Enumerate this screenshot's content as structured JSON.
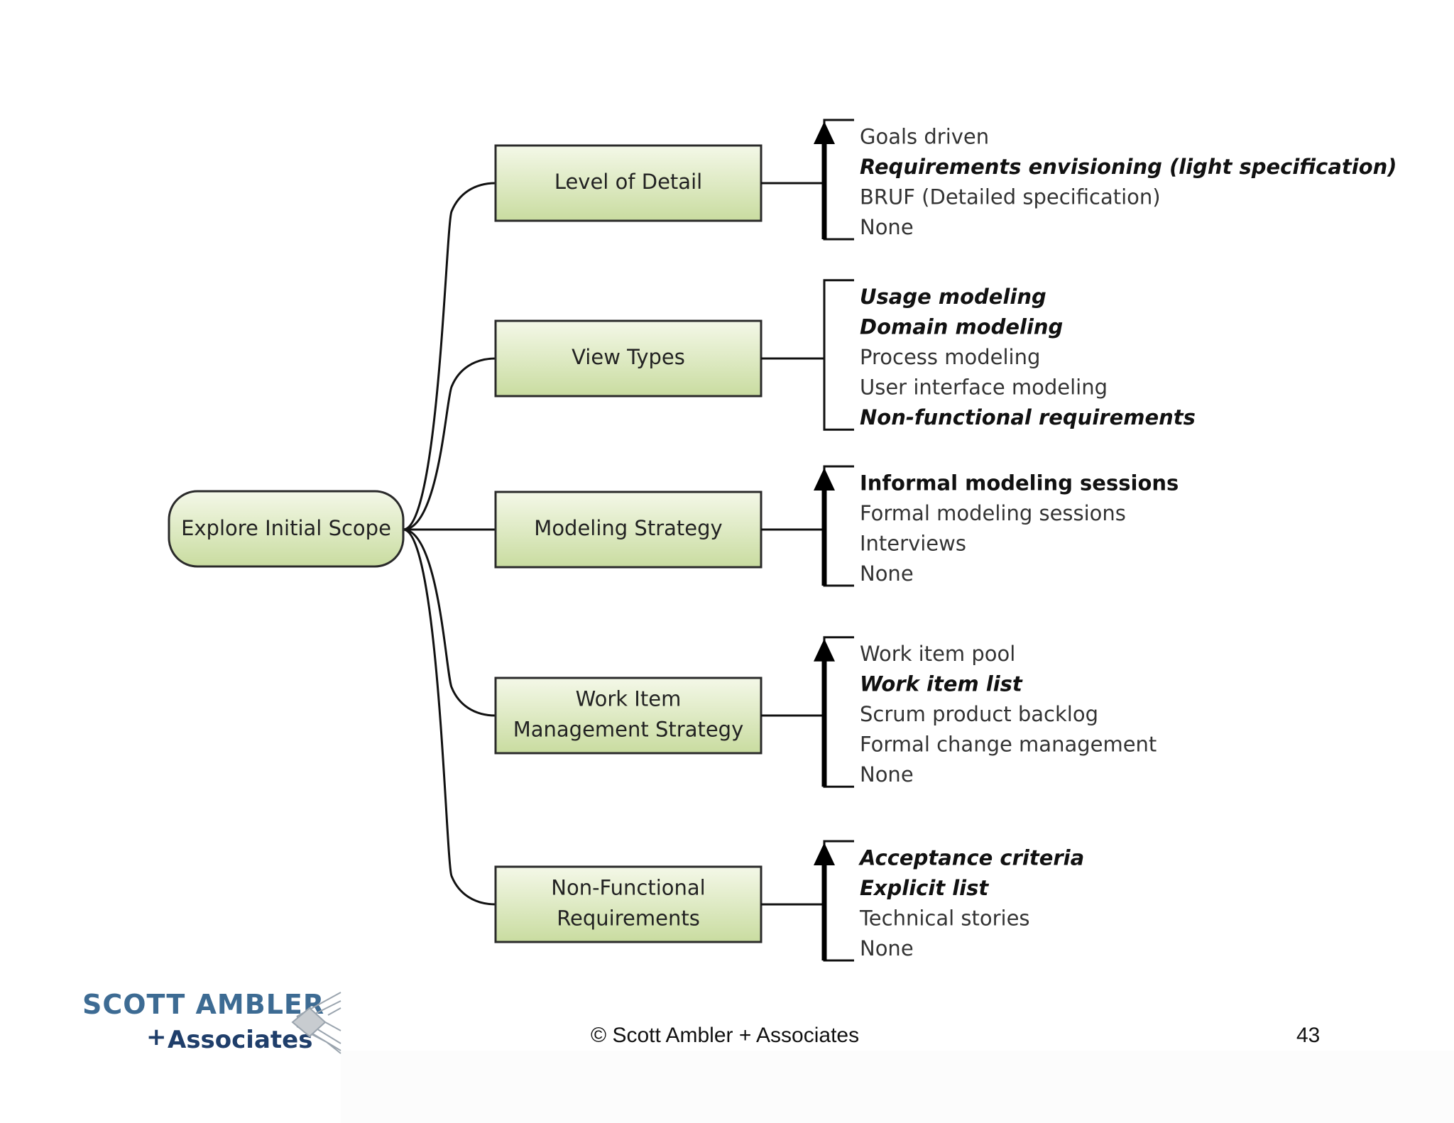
{
  "root": {
    "label": "Explore Initial Scope"
  },
  "decision_points": [
    {
      "label_lines": [
        "Level of Detail"
      ],
      "has_arrow": true,
      "options": [
        {
          "text": "Goals driven",
          "bold": false,
          "italic": false
        },
        {
          "text": "Requirements envisioning (light specification)",
          "bold": true,
          "italic": true
        },
        {
          "text": "BRUF (Detailed specification)",
          "bold": false,
          "italic": false
        },
        {
          "text": "None",
          "bold": false,
          "italic": false
        }
      ]
    },
    {
      "label_lines": [
        "View Types"
      ],
      "has_arrow": false,
      "options": [
        {
          "text": "Usage modeling",
          "bold": true,
          "italic": true
        },
        {
          "text": "Domain modeling",
          "bold": true,
          "italic": true
        },
        {
          "text": "Process modeling",
          "bold": false,
          "italic": false
        },
        {
          "text": "User interface modeling",
          "bold": false,
          "italic": false
        },
        {
          "text": "Non-functional requirements",
          "bold": true,
          "italic": true
        }
      ]
    },
    {
      "label_lines": [
        "Modeling Strategy"
      ],
      "has_arrow": true,
      "options": [
        {
          "text": "Informal modeling sessions",
          "bold": true,
          "italic": false
        },
        {
          "text": "Formal modeling sessions",
          "bold": false,
          "italic": false
        },
        {
          "text": "Interviews",
          "bold": false,
          "italic": false
        },
        {
          "text": "None",
          "bold": false,
          "italic": false
        }
      ]
    },
    {
      "label_lines": [
        "Work Item",
        "Management Strategy"
      ],
      "has_arrow": true,
      "options": [
        {
          "text": "Work item pool",
          "bold": false,
          "italic": false
        },
        {
          "text": "Work item list",
          "bold": true,
          "italic": true
        },
        {
          "text": "Scrum product backlog",
          "bold": false,
          "italic": false
        },
        {
          "text": "Formal change management",
          "bold": false,
          "italic": false
        },
        {
          "text": "None",
          "bold": false,
          "italic": false
        }
      ]
    },
    {
      "label_lines": [
        "Non-Functional",
        "Requirements"
      ],
      "has_arrow": true,
      "options": [
        {
          "text": "Acceptance criteria",
          "bold": true,
          "italic": true
        },
        {
          "text": "Explicit list",
          "bold": true,
          "italic": true
        },
        {
          "text": "Technical stories",
          "bold": false,
          "italic": false
        },
        {
          "text": "None",
          "bold": false,
          "italic": false
        }
      ]
    }
  ],
  "footer": {
    "copyright": "© Scott Ambler + Associates",
    "page_number": "43"
  },
  "logo": {
    "name": "SCOTT AMBLER",
    "plus": "+",
    "associates": "Associates"
  },
  "colors": {
    "node_fill_top": "#f4f8e8",
    "node_fill_bottom": "#c9dca0",
    "node_stroke": "#2a2a2a",
    "logo_blue": "#3d6b93",
    "logo_dark_blue": "#1f3e6a"
  }
}
